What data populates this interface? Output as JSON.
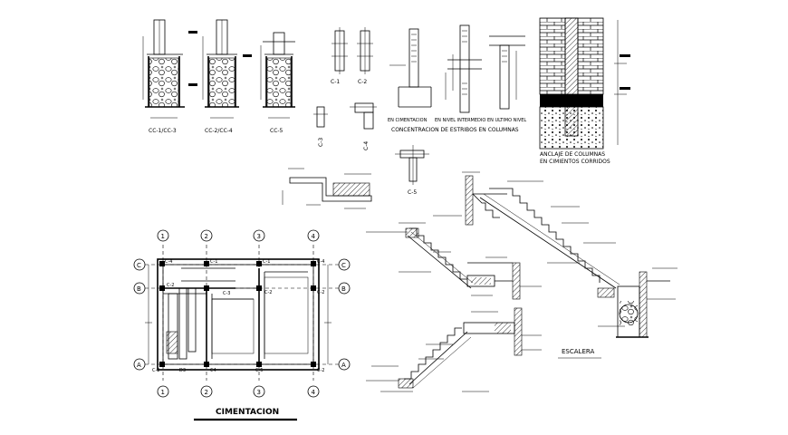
{
  "footing_labels": [
    "CC-1/CC-3",
    "CC-2/CC-4",
    "CC-5"
  ],
  "column_labels": [
    "C-1",
    "C-2",
    "C-3",
    "C-4",
    "C-5"
  ],
  "stirrup_labels": [
    "EN CIMENTACION",
    "EN NIVEL INTERMEDIO",
    "EN ULTIMO NIVEL"
  ],
  "stirrup_title": "CONCENTRACION DE ESTRIBOS EN COLUMNAS",
  "anchor_title_line1": "ANCLAJE DE COLUMNAS",
  "anchor_title_line2": "EN CIMIENTOS CORRIDOS",
  "plan_title": "CIMENTACION",
  "stair_title": "ESCALERA",
  "grid_numbers": [
    "1",
    "2",
    "3",
    "4"
  ],
  "grid_letters": [
    "A",
    "B",
    "C"
  ],
  "plan_tags_top": [
    "C-4",
    "C-1",
    "C-1",
    "C-4"
  ],
  "plan_tags_mid": [
    "C-2",
    "C-3",
    "C-2",
    "C-2"
  ],
  "plan_tags_bottom": [
    "C-2",
    "D3",
    "C4",
    "C-5",
    "C-2"
  ],
  "colors": {
    "ink": "#000000",
    "paper": "#ffffff"
  }
}
